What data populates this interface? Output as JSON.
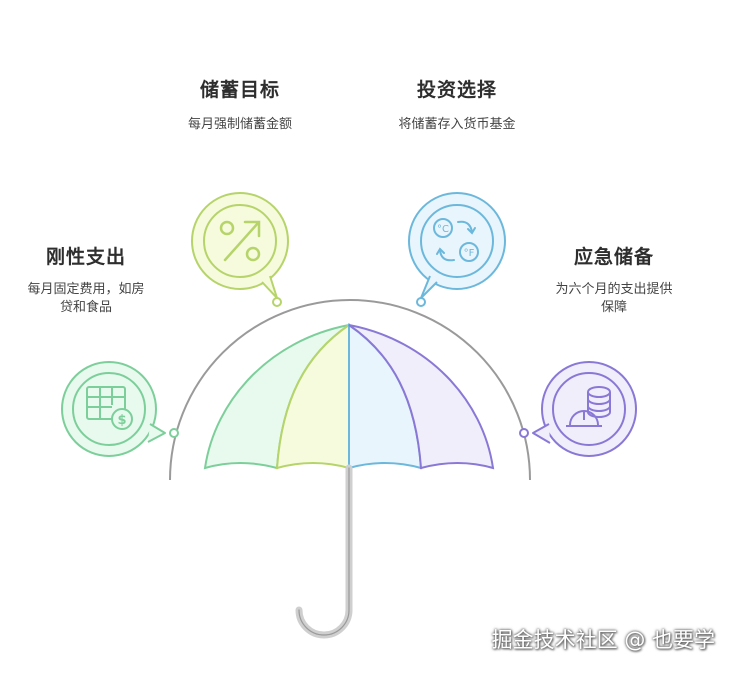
{
  "items": [
    {
      "title": "刚性支出",
      "desc_line1": "每月固定费用，如房",
      "desc_line2": "贷和食品",
      "icon": "ledger-dollar-icon",
      "color": "#7ccf9a"
    },
    {
      "title": "储蓄目标",
      "desc_line1": "每月强制储蓄金额",
      "icon": "percent-arrow-icon",
      "color": "#b6d46a"
    },
    {
      "title": "投资选择",
      "desc_line1": "将储蓄存入货币基金",
      "icon": "currency-exchange-icon",
      "color": "#6cb8dc"
    },
    {
      "title": "应急储备",
      "desc_line1": "为六个月的支出提供",
      "desc_line2": "保障",
      "icon": "coins-hardhat-icon",
      "color": "#8a78d6"
    }
  ],
  "watermark": "掘金技术社区 @ 也要学"
}
